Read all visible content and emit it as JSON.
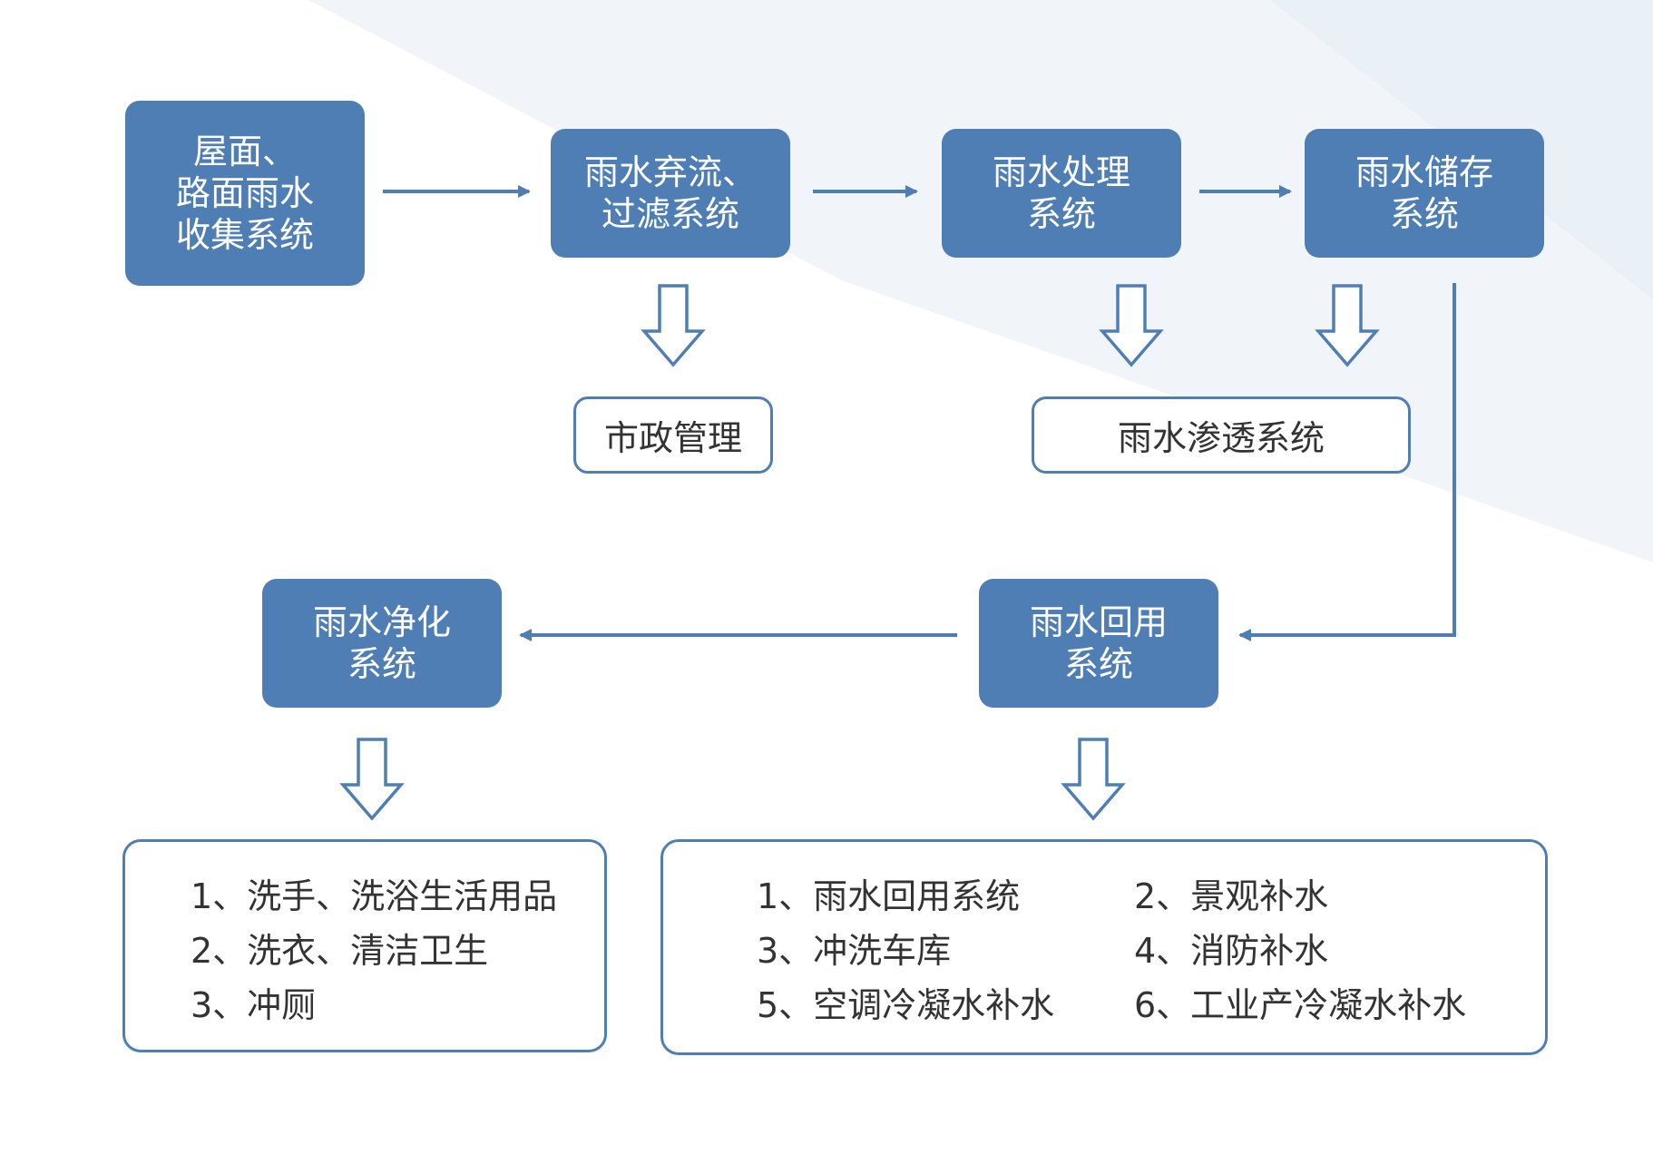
{
  "nodes": {
    "collect": {
      "line1": "屋面、",
      "line2": "路面雨水",
      "line3": "收集系统"
    },
    "diverter": {
      "line1": "雨水弃流、",
      "line2": "过滤系统"
    },
    "treatment": {
      "line1": "雨水处理",
      "line2": "系统"
    },
    "storage": {
      "line1": "雨水储存",
      "line2": "系统"
    },
    "municipal": {
      "label": "市政管理"
    },
    "infiltration": {
      "label": "雨水渗透系统"
    },
    "purification": {
      "line1": "雨水净化",
      "line2": "系统"
    },
    "reuse": {
      "line1": "雨水回用",
      "line2": "系统"
    }
  },
  "purification_uses": [
    "1、洗手、洗浴生活用品",
    "2、洗衣、清洁卫生",
    "3、冲厕"
  ],
  "reuse_uses": {
    "left": [
      "1、雨水回用系统",
      "3、冲洗车库",
      "5、空调冷凝水补水"
    ],
    "right": [
      "2、景观补水",
      "4、消防补水",
      "6、工业产冷凝水补水"
    ]
  },
  "colors": {
    "accent": "#4f7eb4",
    "text": "#333333",
    "background_tint": "#eef3f8"
  }
}
